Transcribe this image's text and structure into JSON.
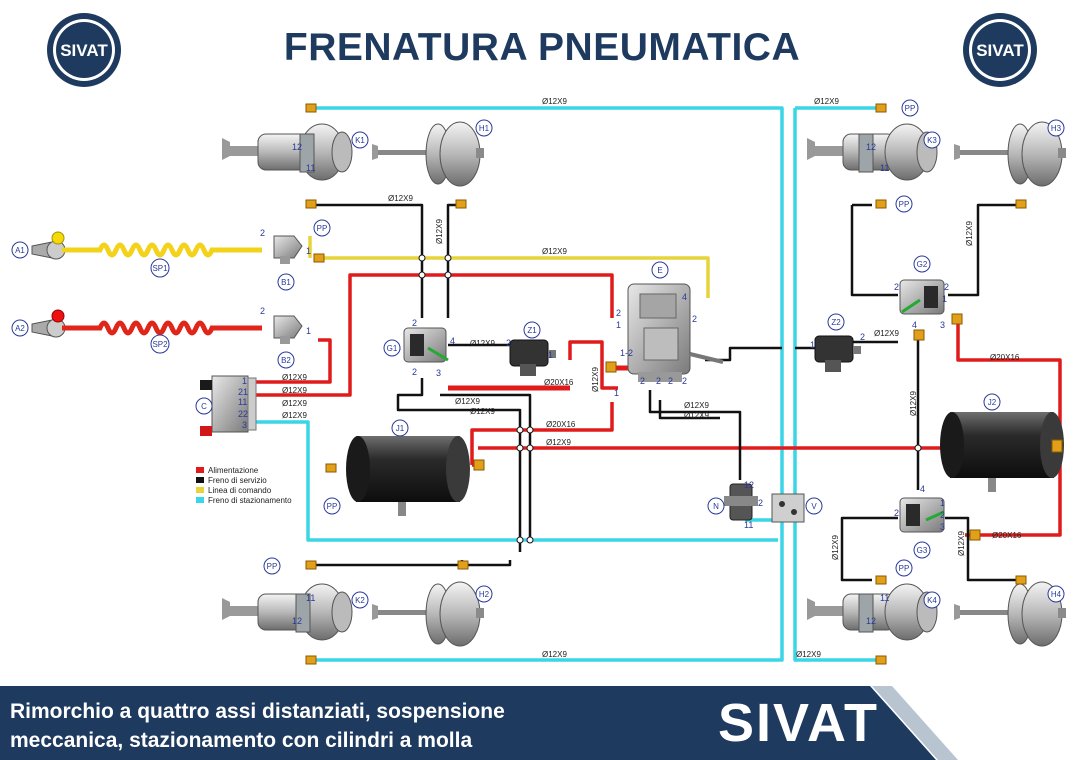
{
  "header": {
    "title": "FRENATURA PNEUMATICA",
    "logo_text": "SIVAT"
  },
  "footer": {
    "caption_line1": "Rimorchio a quattro assi distanziati, sospensione",
    "caption_line2": "meccanica, stazionamento con cilindri a molla",
    "brand": "SIVAT"
  },
  "legend": {
    "items": [
      {
        "label": "Alimentazione",
        "color": "#e01b1b"
      },
      {
        "label": "Freno di servizio",
        "color": "#111111"
      },
      {
        "label": "Linea di comando",
        "color": "#e6d43a"
      },
      {
        "label": "Freno di stazionamento",
        "color": "#3ad6e6"
      }
    ]
  },
  "colors": {
    "navy": "#1e3a5f",
    "supply": "#e01b1b",
    "service": "#111111",
    "command": "#e6d43a",
    "parking": "#3ad6e6",
    "label_circle": "#2a3a9a"
  },
  "components": {
    "A1": "A1",
    "A2": "A2",
    "SP1": "SP1",
    "SP2": "SP2",
    "B1": "B1",
    "B2": "B2",
    "C": "C",
    "E": "E",
    "G1": "G1",
    "G2": "G2",
    "G3": "G3",
    "Z1": "Z1",
    "Z2": "Z2",
    "J1": "J1",
    "J2": "J2",
    "K1": "K1",
    "K2": "K2",
    "K3": "K3",
    "K4": "K4",
    "H1": "H1",
    "H2": "H2",
    "H3": "H3",
    "H4": "H4",
    "N": "N",
    "V": "V",
    "PP": "PP"
  },
  "pipe_labels": {
    "d12x9": "Ø12X9",
    "d20x16": "Ø20X16"
  },
  "port_numbers": {
    "p1": "1",
    "p2": "2",
    "p3": "3",
    "p4": "4",
    "p11": "11",
    "p12": "12",
    "p21": "21",
    "p22": "22",
    "p1_2": "1-2"
  }
}
